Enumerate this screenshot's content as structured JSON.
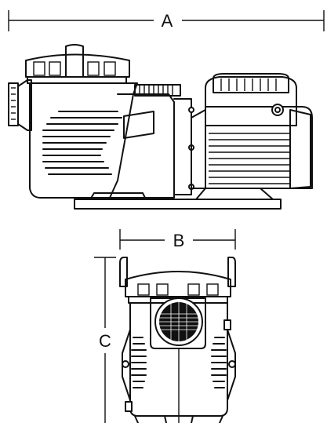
{
  "dimensions": {
    "A": "A",
    "B": "B",
    "C": "C"
  },
  "colors": {
    "line": "#111111",
    "background": "#ffffff"
  }
}
